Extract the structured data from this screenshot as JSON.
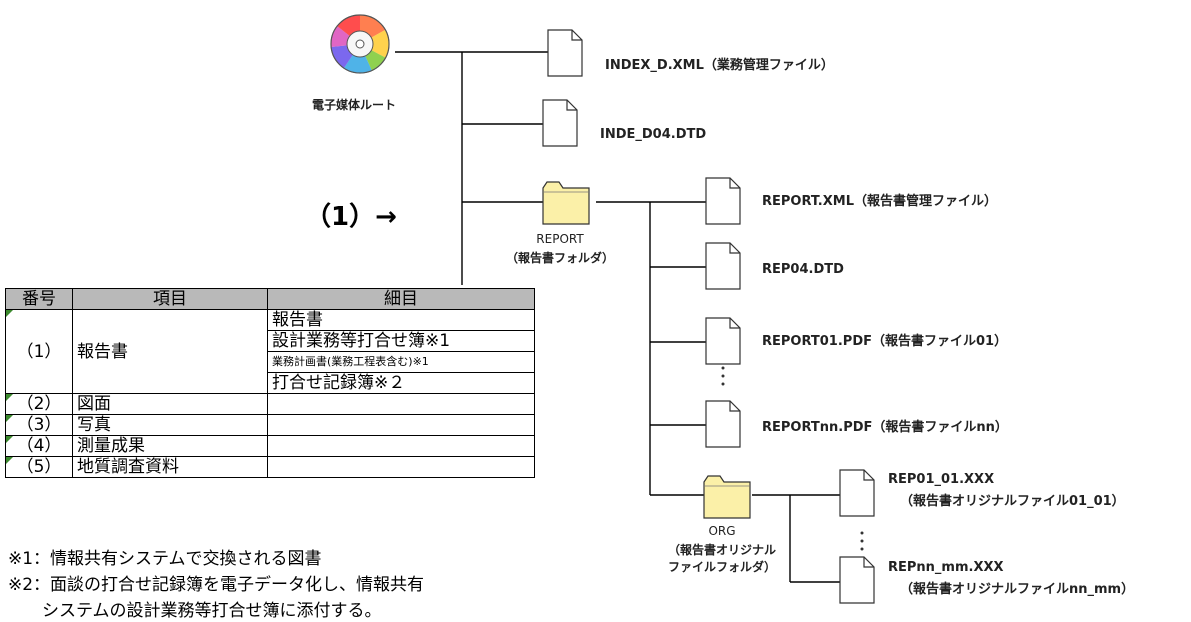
{
  "root": {
    "label": "電子媒体ルート"
  },
  "files": {
    "index_xml": "INDEX_D.XML（業務管理ファイル）",
    "index_dtd": "INDE_D04.DTD",
    "report_xml": "REPORT.XML（報告書管理ファイル）",
    "rep_dtd": "REP04.DTD",
    "report01": "REPORT01.PDF（報告書ファイル01）",
    "reportnn": "REPORTnn.PDF（報告書ファイルnn）",
    "rep01_line1": "REP01_01.XXX",
    "rep01_line2": "（報告書オリジナルファイル01_01）",
    "repnn_line1": "REPnn_mm.XXX",
    "repnn_line2": "（報告書オリジナルファイルnn_mm）"
  },
  "folders": {
    "report_line1": "REPORT",
    "report_line2": "（報告書フォルダ）",
    "org_line1": "ORG",
    "org_line2": "（報告書オリジナル",
    "org_line3": "ファイルフォルダ）"
  },
  "callout": "（1）→",
  "table": {
    "headers": [
      "番号",
      "項目",
      "細目"
    ],
    "row1": {
      "num": "（1）",
      "item": "報告書",
      "details": [
        "報告書",
        "設計業務等打合せ簿※1",
        "業務計画書(業務工程表含む)※1",
        "打合せ記録簿※２"
      ]
    },
    "rows": [
      {
        "num": "（2）",
        "item": "図面"
      },
      {
        "num": "（3）",
        "item": "写真"
      },
      {
        "num": "（4）",
        "item": "測量成果"
      },
      {
        "num": "（5）",
        "item": "地質調査資料"
      }
    ]
  },
  "notes": [
    "※1：情報共有システムで交換される図書",
    "※2：面談の打合せ記録簿を電子データ化し、情報共有",
    "　　システムの設計業務等打合せ簿に添付する。"
  ],
  "colors": {
    "folder": "#fbf0a8",
    "table_header": "#b9b9b9",
    "cell_marker": "#3c8a2e"
  }
}
